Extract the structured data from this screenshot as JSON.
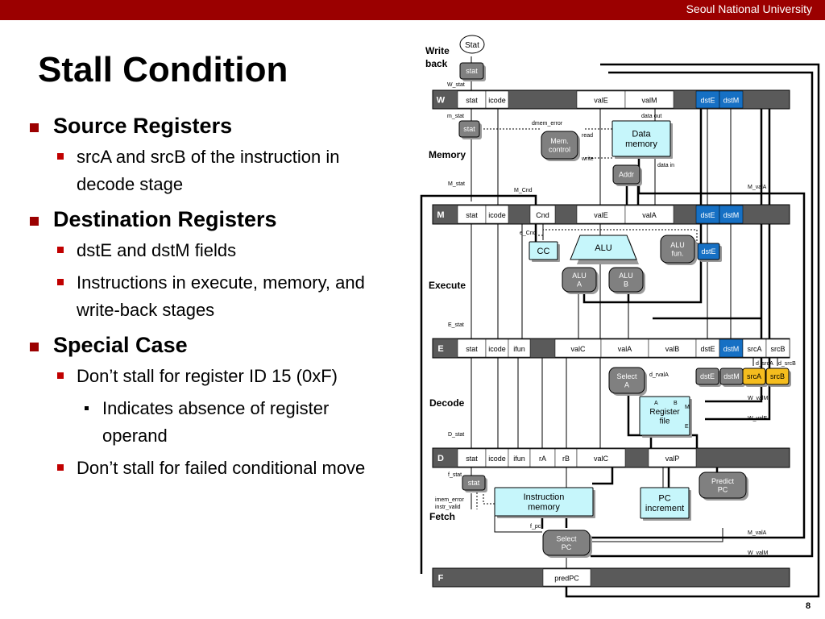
{
  "header": {
    "institution": "Seoul National University"
  },
  "slide": {
    "title": "Stall Condition",
    "page_number": "8"
  },
  "bullets": [
    {
      "text": "Source Registers",
      "children": [
        {
          "text": "srcA and srcB of the instruction in decode stage"
        }
      ]
    },
    {
      "text": "Destination Registers",
      "children": [
        {
          "text": "dstE and dstM fields"
        },
        {
          "text": "Instructions in execute, memory, and write-back stages"
        }
      ]
    },
    {
      "text": "Special Case",
      "children": [
        {
          "text": "Don’t stall for register ID 15 (0xF)",
          "children": [
            {
              "text": "Indicates absence of register operand"
            }
          ]
        },
        {
          "text": "Don’t stall for failed conditional move"
        }
      ]
    }
  ],
  "diagram": {
    "colors": {
      "dark": "#5a5a5a",
      "cell": "#ffffff",
      "blue": "#1670c4",
      "yellow": "#f5bd1e",
      "cyan": "#c6f6fb",
      "gray": "#808080"
    },
    "stage_labels": {
      "writeback": "Write back",
      "memory": "Memory",
      "execute": "Execute",
      "decode": "Decode",
      "fetch": "Fetch"
    },
    "stat_oval": "Stat",
    "pipeline_registers": {
      "W": {
        "name": "W",
        "fields": [
          "stat",
          "icode",
          "valE",
          "valM",
          "dstE",
          "dstM"
        ]
      },
      "M": {
        "name": "M",
        "fields": [
          "stat",
          "icode",
          "Cnd",
          "valE",
          "valA",
          "dstE",
          "dstM"
        ]
      },
      "E": {
        "name": "E",
        "fields": [
          "stat",
          "icode",
          "ifun",
          "valC",
          "valA",
          "valB",
          "dstE",
          "dstM",
          "srcA",
          "srcB"
        ]
      },
      "D": {
        "name": "D",
        "fields": [
          "stat",
          "icode",
          "ifun",
          "rA",
          "rB",
          "valC",
          "valP"
        ]
      },
      "F": {
        "name": "F",
        "fields": [
          "predPC"
        ]
      }
    },
    "blocks": {
      "wb_stat": "stat",
      "mem_stat": "stat",
      "mem_control": "Mem. control",
      "data_memory": "Data memory",
      "addr": "Addr",
      "cc": "CC",
      "alu": "ALU",
      "alu_fun": "ALU fun.",
      "exe_dste": "dstE",
      "alu_a": "ALU A",
      "alu_b": "ALU B",
      "select_a": "Select A",
      "register_file": "Register file",
      "dec_dste": "dstE",
      "dec_dstm": "dstM",
      "dec_srca": "srcA",
      "dec_srcb": "srcB",
      "fetch_stat": "stat",
      "instruction_memory": "Instruction memory",
      "pc_increment": "PC increment",
      "predict_pc": "Predict PC",
      "select_pc": "Select PC"
    },
    "signals": {
      "w_stat": "W_stat",
      "m_stat": "m_stat",
      "dmem_error": "dmem_error",
      "data_out": "data out",
      "read": "read",
      "write": "write",
      "data_in": "data in",
      "M_stat": "M_stat",
      "M_Cnd": "M_Cnd",
      "M_valA": "M_valA",
      "e_Cnd": "e_Cnd",
      "E_stat": "E_stat",
      "d_srcA": "d_srcA",
      "d_srcB": "d_srcB",
      "d_rvalA": "d_rvalA",
      "W_valM": "W_valM",
      "W_valE": "W_valE",
      "D_stat": "D_stat",
      "f_stat": "f_stat",
      "imem_error": "imem_error",
      "instr_valid": "instr_valid",
      "f_pc": "f_pc",
      "M_valA_2": "M_valA",
      "W_valM_2": "W_valM",
      "port_A": "A",
      "port_B": "B",
      "port_M": "M",
      "port_E": "E"
    }
  }
}
